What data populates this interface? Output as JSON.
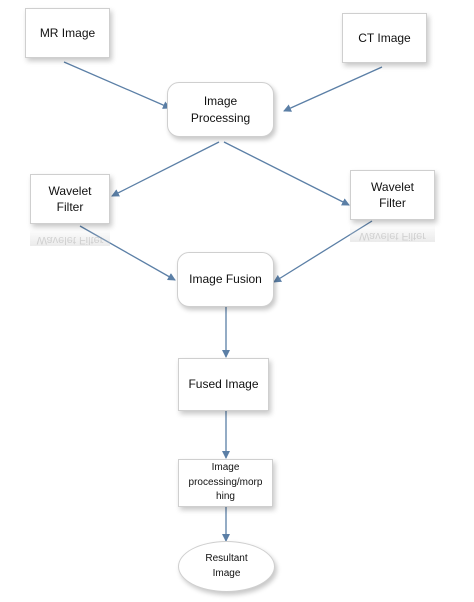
{
  "diagram": {
    "nodes": {
      "mr_image": "MR Image",
      "ct_image": "CT Image",
      "image_processing": "Image\nProcessing",
      "wavelet_filter_left": "Wavelet\nFilter",
      "wavelet_filter_right": "Wavelet\nFilter",
      "image_fusion": "Image Fusion",
      "fused_image": "Fused Image",
      "image_processing_morphing": "Image\nprocessing/morp\nhing",
      "resultant_image": "Resultant\nImage"
    },
    "colors": {
      "arrow": "#5b7fa6",
      "box_border": "#cfcfcf"
    }
  }
}
